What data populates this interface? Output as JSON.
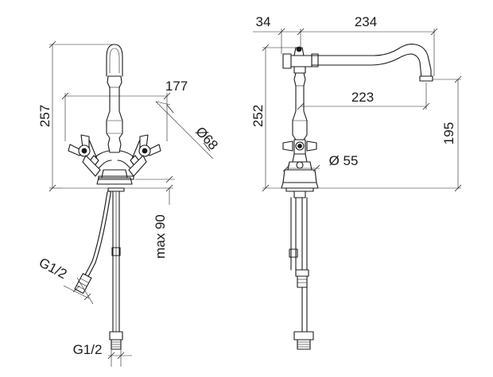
{
  "dimensions": {
    "front_height": "257",
    "front_spread": "177",
    "front_base_diameter": "Ø68",
    "front_max_thickness": "max 90",
    "front_hose_thread": "G1/2",
    "front_supply_thread": "G1/2",
    "side_left_offset": "34",
    "side_total_reach": "234",
    "side_spout_reach": "223",
    "side_height": "252",
    "side_spout_height": "195",
    "side_base_diameter": "Ø 55"
  }
}
